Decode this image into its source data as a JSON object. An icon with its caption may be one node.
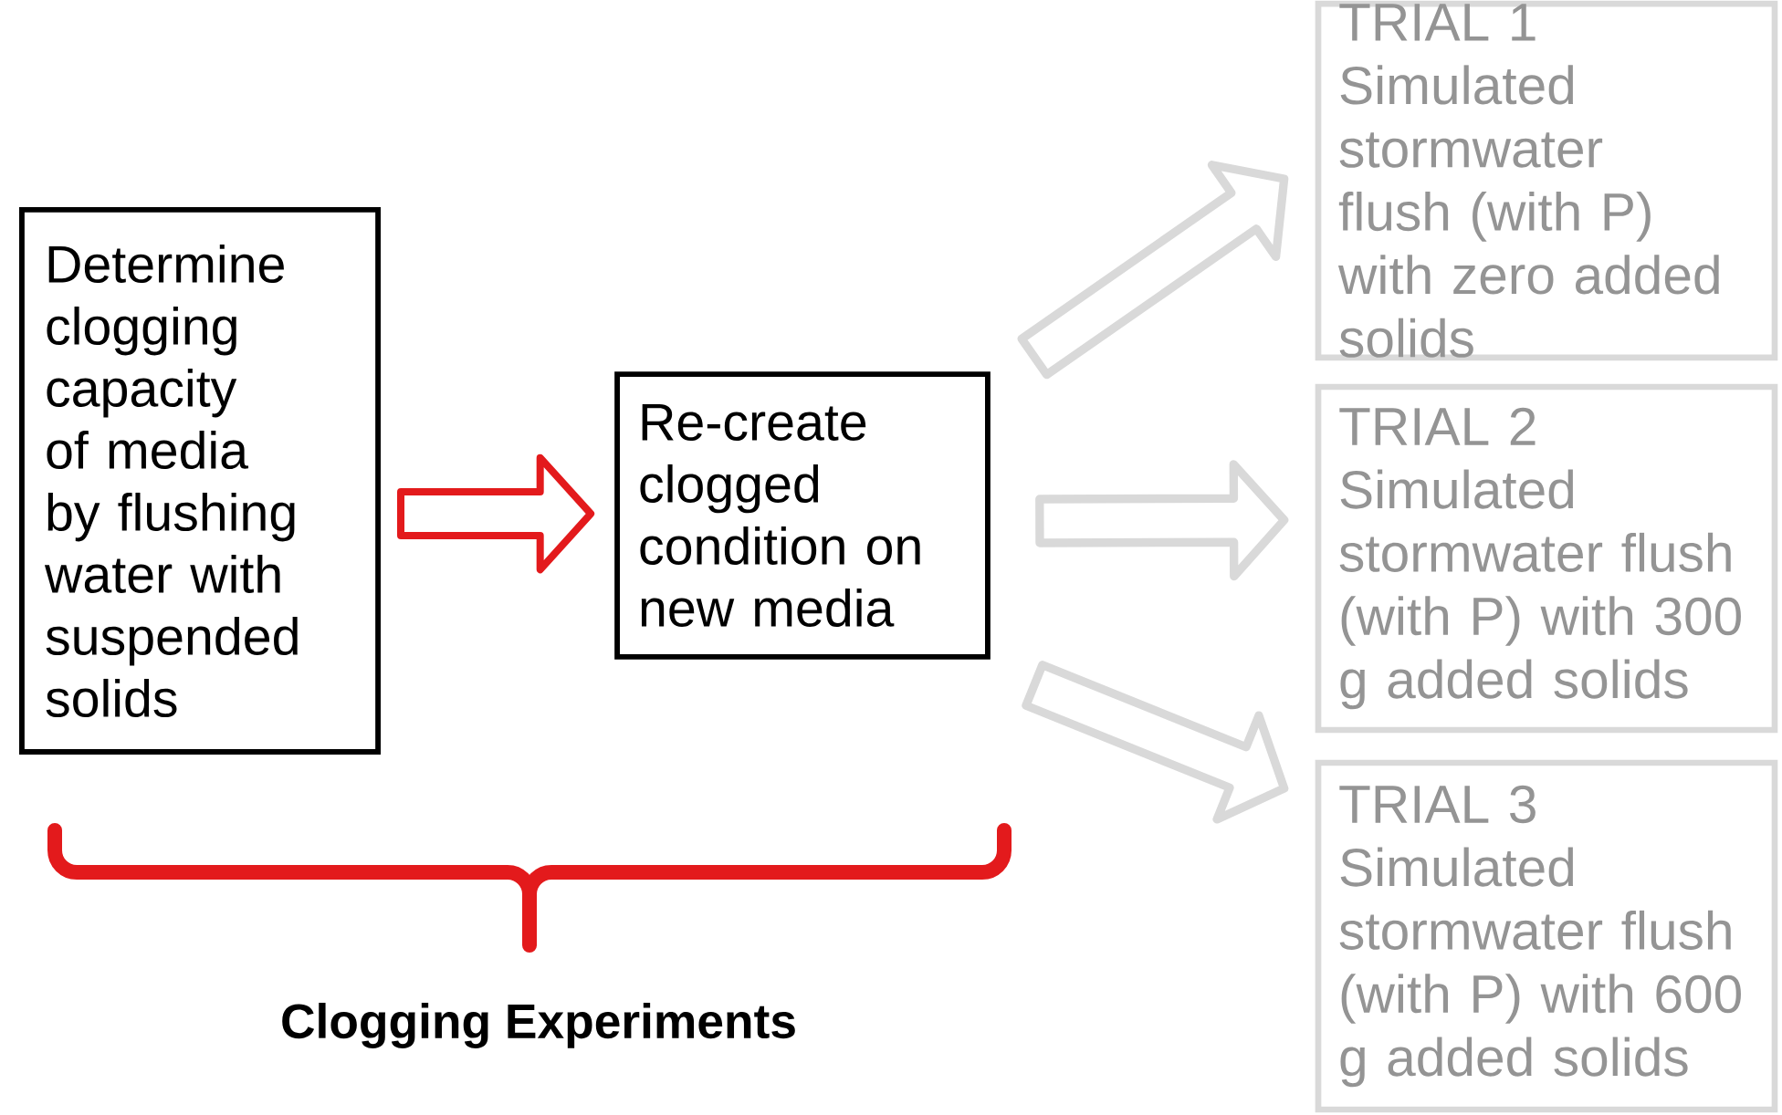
{
  "diagram": {
    "nodes": [
      {
        "text": [
          "Determine clogging capacity of media by flushing water with suspended solids"
        ]
      },
      {
        "text": [
          "Re-create clogged condition on new media"
        ]
      },
      {
        "text": [
          "TRIAL 1",
          "Simulated stormwater flush (with P) with zero added solids"
        ]
      },
      {
        "text": [
          "TRIAL 2",
          "Simulated stormwater flush (with P) with 300 g added solids"
        ]
      },
      {
        "text": [
          "TRIAL 3",
          "Simulated stormwater flush (with P) with 600 g added solids"
        ]
      }
    ],
    "edges": [
      {
        "from": 0,
        "to": 1,
        "arrow": "to",
        "color": "#e31a1c"
      },
      {
        "from": 1,
        "to": 2,
        "arrow": "to"
      },
      {
        "from": 1,
        "to": 3,
        "arrow": "to"
      },
      {
        "from": 1,
        "to": 4,
        "arrow": "to"
      }
    ],
    "labels": [
      "Clogging Experiments"
    ]
  }
}
